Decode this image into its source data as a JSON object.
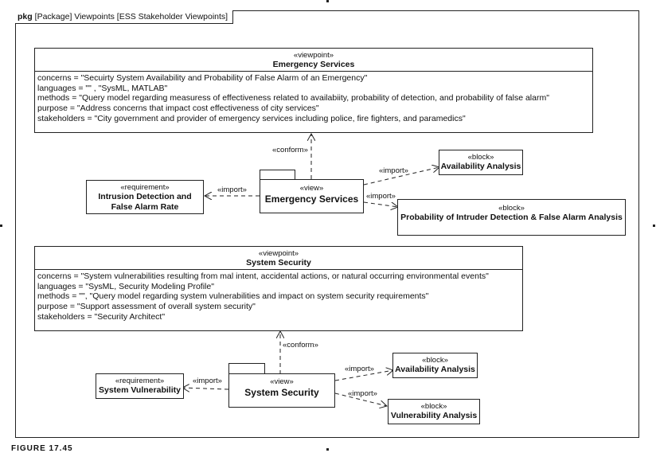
{
  "frame": {
    "kind": "pkg",
    "title": "[Package] Viewpoints [ESS Stakeholder Viewpoints]"
  },
  "viewpoint1": {
    "stereotype": "«viewpoint»",
    "name": "Emergency Services",
    "lines": [
      "concerns = \"Secuirty System Availability and Probability of False Alarm of an Emergency\"",
      "languages = \"\" , \"SysML, MATLAB\"",
      "methods = \"Query model regarding measuress of effectiveness related to availabiity, probability of detection, and probability of false alarm\"",
      "purpose = \"Address  concerns that impact cost effectiveness of city services\"",
      "stakeholders = \"City  government and provider of emergency services including police, fire fighters, and paramedics\""
    ]
  },
  "view1": {
    "stereotype": "«view»",
    "name": "Emergency Services"
  },
  "req1": {
    "stereotype": "«requirement»",
    "name_line1": "Intrusion Detection and",
    "name_line2": "False Alarm Rate"
  },
  "block1": {
    "stereotype": "«block»",
    "name": "Availability Analysis"
  },
  "block2": {
    "stereotype": "«block»",
    "name": "Probability of Intruder Detection & False Alarm Analysis"
  },
  "viewpoint2": {
    "stereotype": "«viewpoint»",
    "name": "System Security",
    "lines": [
      "concerns = \"System vulnerabilities resulting from mal intent, accidental actions, or natural occurring environmental events\"",
      "languages = \"SysML,  Security Modeling Profile\"",
      "methods = \"\", \"Query model regarding system vulnerabilities and impact on system security requirements\"",
      "purpose = \"Support  assessment of overall system security\"",
      "stakeholders = \"Security  Architect\""
    ]
  },
  "view2": {
    "stereotype": "«view»",
    "name": "System Security"
  },
  "req2": {
    "stereotype": "«requirement»",
    "name": "System Vulnerability"
  },
  "block3": {
    "stereotype": "«block»",
    "name": "Availability Analysis"
  },
  "block4": {
    "stereotype": "«block»",
    "name": "Vulnerability Analysis"
  },
  "edges": {
    "conform": "«conform»",
    "import": "«import»"
  },
  "caption": "FIGURE 17.45"
}
